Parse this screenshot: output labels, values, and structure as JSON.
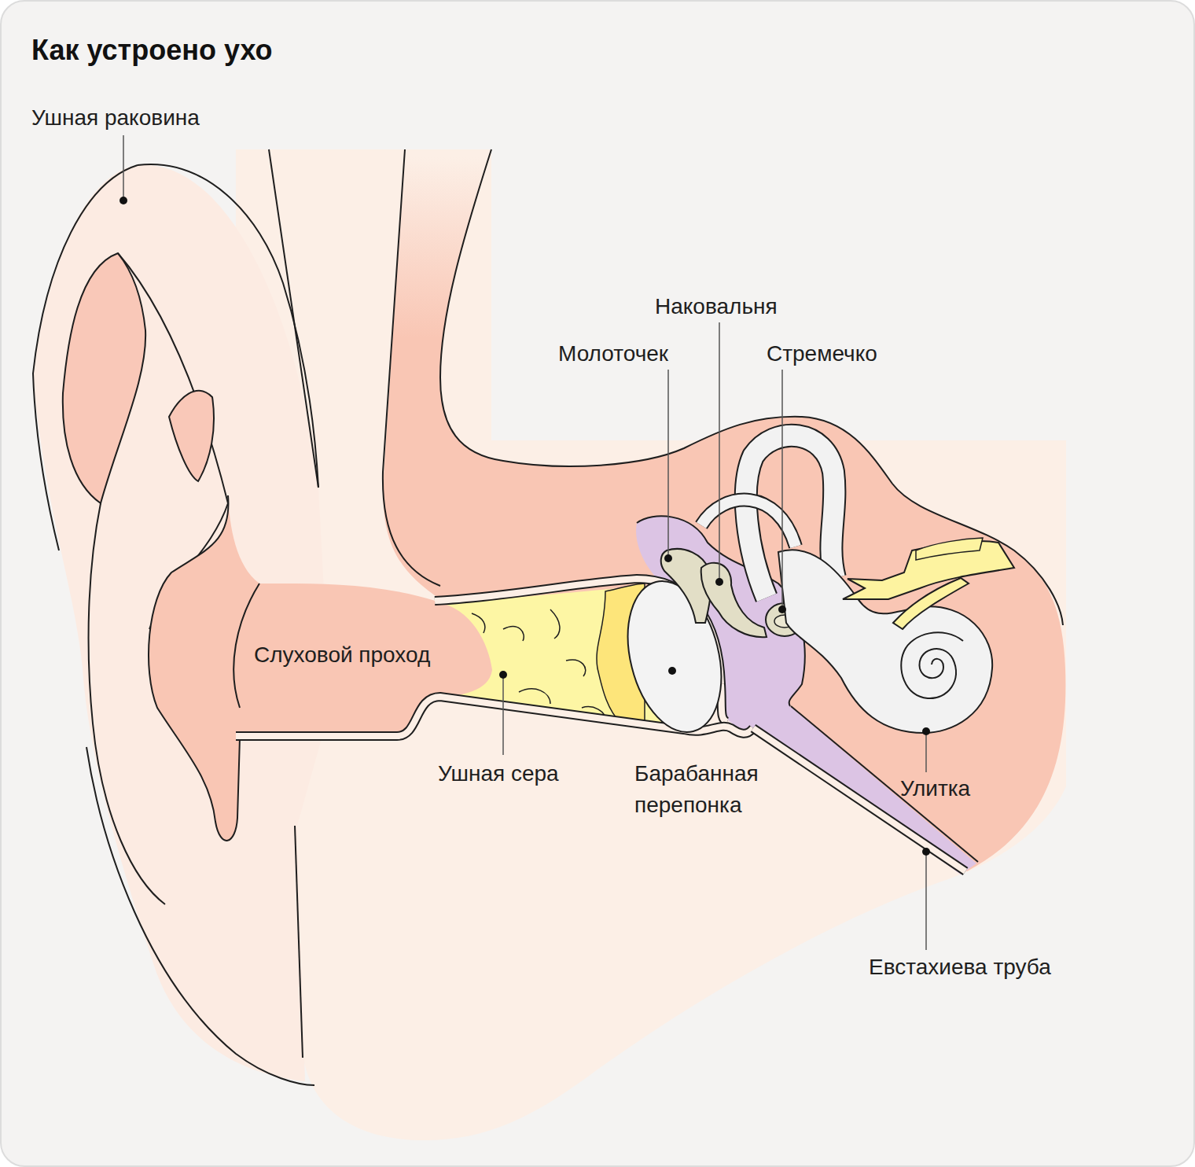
{
  "diagram": {
    "title": "Как устроено ухо",
    "labels": [
      "Ушная раковина",
      "Наковальня",
      "Молоточек",
      "Стремечко",
      "Слуховой проход",
      "Ушная сера",
      "Барабанная перепонка",
      "Улитка",
      "Евстахиева труба"
    ]
  }
}
